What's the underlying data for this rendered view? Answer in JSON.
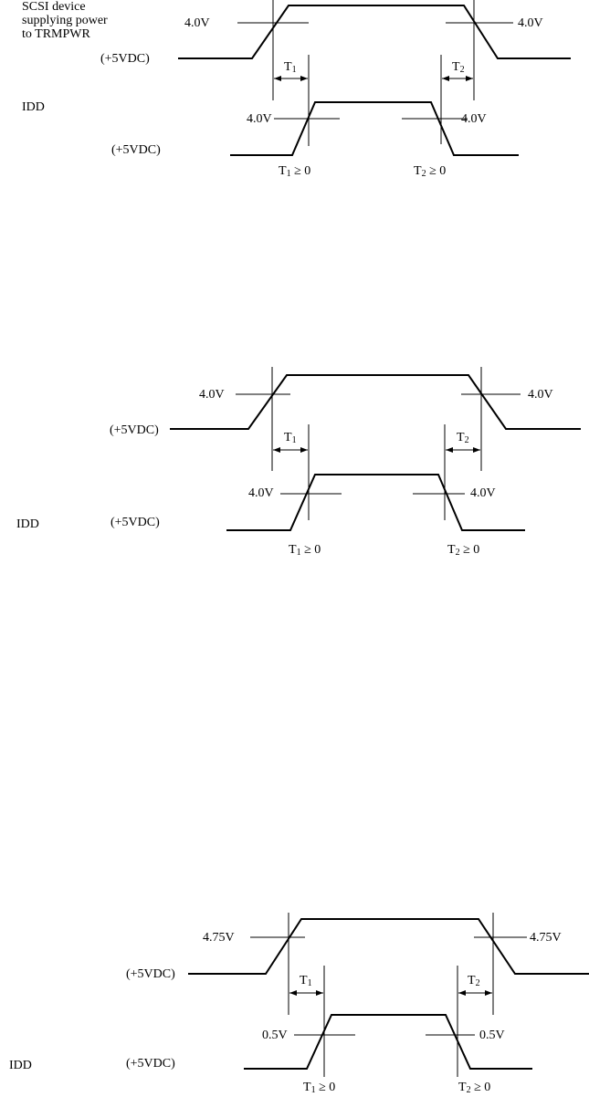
{
  "diagrams": [
    {
      "label_lines": [
        "SCSI device",
        "supplying power",
        "to TRMPWR"
      ],
      "upper_level": "4.0V",
      "upper_level_right": "4.0V",
      "upper_rail": "(+5VDC)",
      "lower_name": "IDD",
      "lower_level": "4.0V",
      "lower_level_right": "4.0V",
      "lower_rail": "(+5VDC)",
      "t1": {
        "base": "T",
        "sub": "1"
      },
      "t2": {
        "base": "T",
        "sub": "2"
      },
      "cond1": {
        "base": "T",
        "sub": "1",
        "rest": " ≥ 0"
      },
      "cond2": {
        "base": "T",
        "sub": "2",
        "rest": " ≥ 0"
      }
    },
    {
      "upper_level": "4.0V",
      "upper_level_right": "4.0V",
      "upper_rail": "(+5VDC)",
      "lower_name": "IDD",
      "lower_level": "4.0V",
      "lower_level_right": "4.0V",
      "lower_rail": "(+5VDC)",
      "t1": {
        "base": "T",
        "sub": "1"
      },
      "t2": {
        "base": "T",
        "sub": "2"
      },
      "cond1": {
        "base": "T",
        "sub": "1",
        "rest": " ≥ 0"
      },
      "cond2": {
        "base": "T",
        "sub": "2",
        "rest": " ≥ 0"
      }
    },
    {
      "upper_level": "4.75V",
      "upper_level_right": "4.75V",
      "upper_rail": "(+5VDC)",
      "lower_name": "IDD",
      "lower_level": "0.5V",
      "lower_level_right": "0.5V",
      "lower_rail": "(+5VDC)",
      "t1": {
        "base": "T",
        "sub": "1"
      },
      "t2": {
        "base": "T",
        "sub": "2"
      },
      "cond1": {
        "base": "T",
        "sub": "1",
        "rest": " ≥ 0"
      },
      "cond2": {
        "base": "T",
        "sub": "2",
        "rest": " ≥ 0"
      }
    }
  ]
}
